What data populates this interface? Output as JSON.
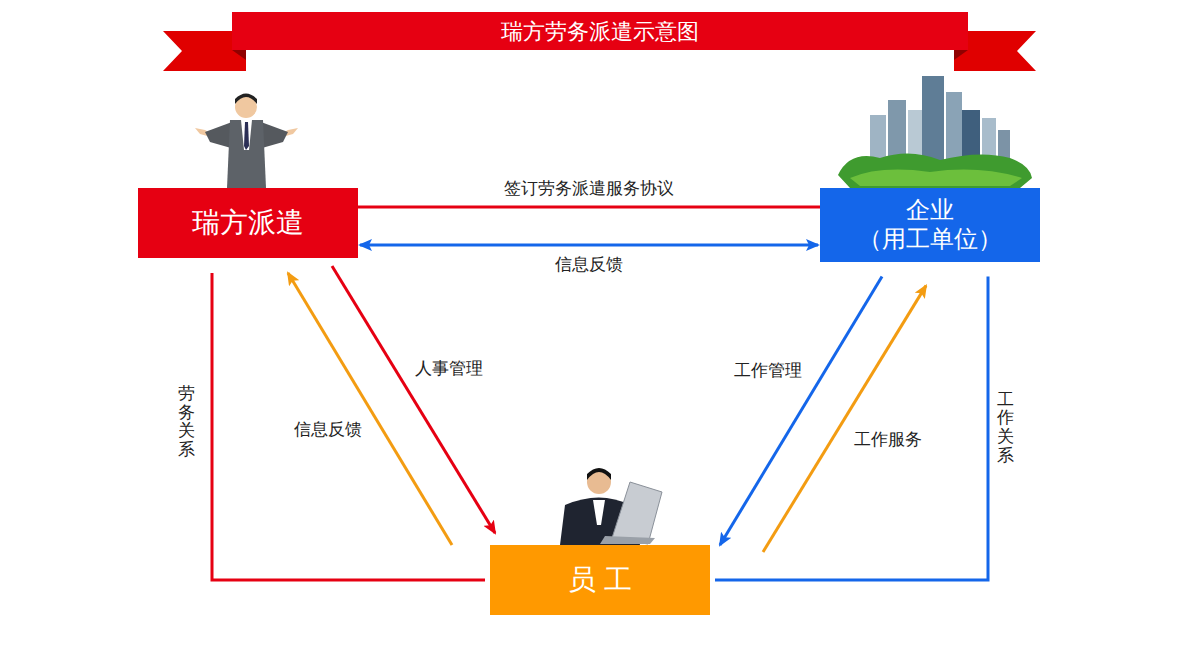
{
  "diagram": {
    "title": "瑞方劳务派遣示意图",
    "nodes": [
      {
        "text": [
          "瑞方派遣"
        ]
      },
      {
        "text": [
          "企业 （用工单位）"
        ]
      },
      {
        "text": [
          "员 工"
        ]
      }
    ],
    "edges": [
      {
        "from": 0,
        "to": 1,
        "label": "签订劳务派遣服务协议",
        "arrow": "none"
      },
      {
        "from": 0,
        "to": 1,
        "label": "信息反馈",
        "arrow": "both"
      },
      {
        "from": 0,
        "to": 2,
        "label": "人事管理",
        "arrow": "to"
      },
      {
        "from": 2,
        "to": 0,
        "label": "信息反馈",
        "arrow": "to"
      },
      {
        "from": 1,
        "to": 2,
        "label": "工作管理",
        "arrow": "to"
      },
      {
        "from": 2,
        "to": 1,
        "label": "工作服务",
        "arrow": "to"
      },
      {
        "from": 0,
        "to": 2,
        "label": "劳务关系",
        "arrow": "none"
      },
      {
        "from": 2,
        "to": 1,
        "label": "工作关系",
        "arrow": "none"
      }
    ]
  }
}
